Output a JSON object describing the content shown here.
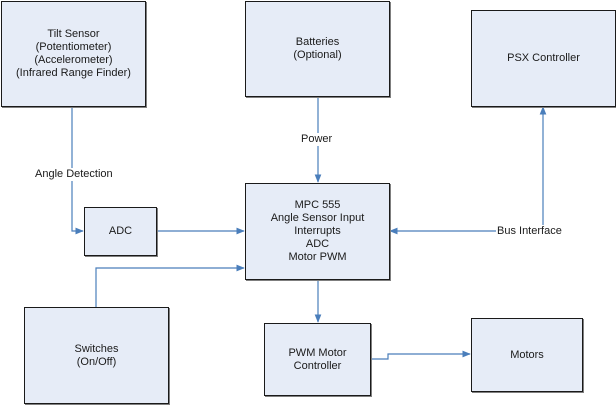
{
  "diagram": {
    "blocks": {
      "tilt_sensor": {
        "label": "Tilt Sensor\n(Potentiometer)\n(Accelerometer)\n(Infrared Range Finder)"
      },
      "batteries": {
        "label": "Batteries\n(Optional)"
      },
      "psx_controller": {
        "label": "PSX Controller"
      },
      "adc": {
        "label": "ADC"
      },
      "mpc555": {
        "label": "MPC 555\nAngle Sensor Input\nInterrupts\nADC\nMotor PWM"
      },
      "switches": {
        "label": "Switches\n(On/Off)"
      },
      "pwm_motor_controller": {
        "label": "PWM Motor\nController"
      },
      "motors": {
        "label": "Motors"
      }
    },
    "connections": [
      {
        "from": "tilt_sensor",
        "to": "adc",
        "label": "Angle Detection"
      },
      {
        "from": "batteries",
        "to": "mpc555",
        "label": "Power"
      },
      {
        "from": "adc",
        "to": "mpc555",
        "label": ""
      },
      {
        "from": "switches",
        "to": "mpc555",
        "label": ""
      },
      {
        "from": "mpc555",
        "to": "psx_controller",
        "label": "Bus Interface",
        "bidirectional": true
      },
      {
        "from": "mpc555",
        "to": "pwm_motor_controller",
        "label": ""
      },
      {
        "from": "pwm_motor_controller",
        "to": "motors",
        "label": ""
      }
    ],
    "colors": {
      "block_fill": "#e6ecf7",
      "block_border": "#1a1a1a",
      "connector": "#4a7ebb"
    }
  }
}
